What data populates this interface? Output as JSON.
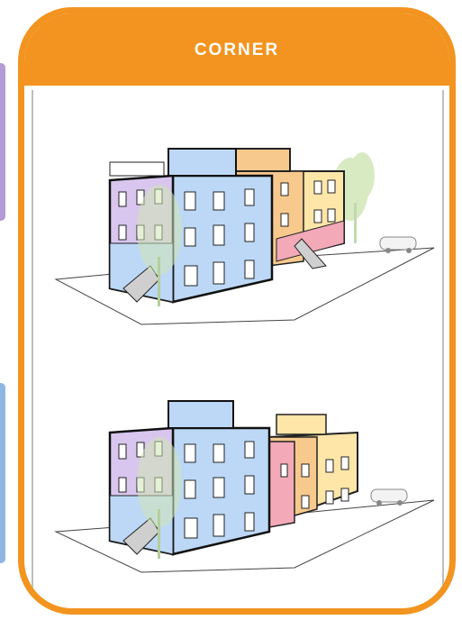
{
  "panel": {
    "title": "CORNER",
    "accent_color": "#f2941f"
  },
  "illustrations": [
    {
      "name": "corner-building-top",
      "variant": "uniform-height-neighbor"
    },
    {
      "name": "corner-building-bottom",
      "variant": "stepped-neighbor"
    }
  ],
  "colors": {
    "purple": "#d8c6ee",
    "blue": "#bcd8f6",
    "orange": "#f8c98d",
    "yellow": "#fde6a8",
    "pink": "#f3a9b8",
    "green_tree": "#cfe6b4"
  }
}
